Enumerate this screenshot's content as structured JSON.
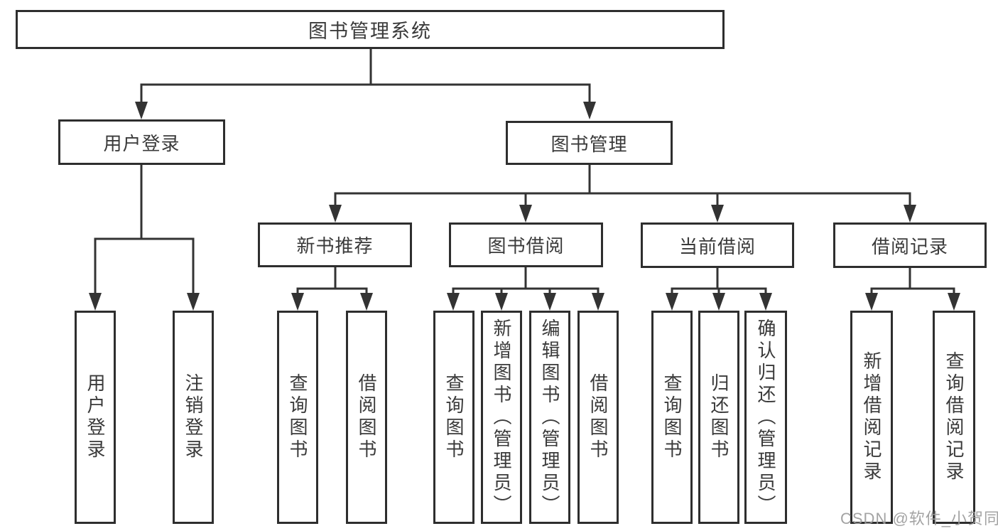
{
  "diagram": {
    "root": {
      "label": "图书管理系统"
    },
    "branches": [
      {
        "label": "用户登录",
        "children": [
          {
            "label": "用户登录"
          },
          {
            "label": "注销登录"
          }
        ]
      },
      {
        "label": "图书管理",
        "children": [
          {
            "label": "新书推荐",
            "children": [
              {
                "label": "查询图书"
              },
              {
                "label": "借阅图书"
              }
            ]
          },
          {
            "label": "图书借阅",
            "children": [
              {
                "label": "查询图书"
              },
              {
                "label": "新增图书（管理员）"
              },
              {
                "label": "编辑图书（管理员）"
              },
              {
                "label": "借阅图书"
              }
            ]
          },
          {
            "label": "当前借阅",
            "children": [
              {
                "label": "查询图书"
              },
              {
                "label": "归还图书"
              },
              {
                "label": "确认归还（管理员）"
              }
            ]
          },
          {
            "label": "借阅记录",
            "children": [
              {
                "label": "新增借阅记录"
              },
              {
                "label": "查询借阅记录"
              }
            ]
          }
        ]
      }
    ]
  },
  "colors": {
    "line": "#333333",
    "box_border": "#2e2e2e",
    "text": "#3a3a3a",
    "watermark": "#9a9a9a",
    "background": "#ffffff"
  },
  "watermark": {
    "text": "CSDN @软件_小贺同学"
  }
}
